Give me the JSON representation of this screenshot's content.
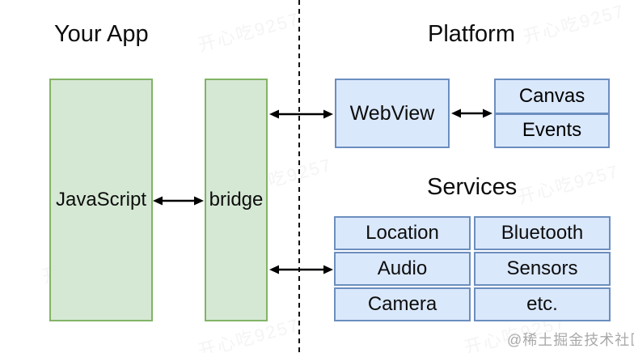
{
  "titles": {
    "your_app": "Your App",
    "platform": "Platform",
    "services": "Services"
  },
  "boxes": {
    "javascript": "JavaScript",
    "bridge": "bridge",
    "webview": "WebView",
    "canvas": "Canvas",
    "events": "Events"
  },
  "services_table": {
    "rows": [
      [
        "Location",
        "Bluetooth"
      ],
      [
        "Audio",
        "Sensors"
      ],
      [
        "Camera",
        "etc."
      ]
    ]
  },
  "colors": {
    "app_box_fill": "#d5e8d4",
    "app_box_border": "#82b366",
    "platform_box_fill": "#dae8fc",
    "platform_box_border": "#6c8ebf",
    "arrow": "#000000",
    "divider": "#111111",
    "credit_text": "#a9a9a9"
  },
  "watermark": {
    "tile_text": "开心吃9257",
    "credit": "@稀土掘金技术社区"
  }
}
